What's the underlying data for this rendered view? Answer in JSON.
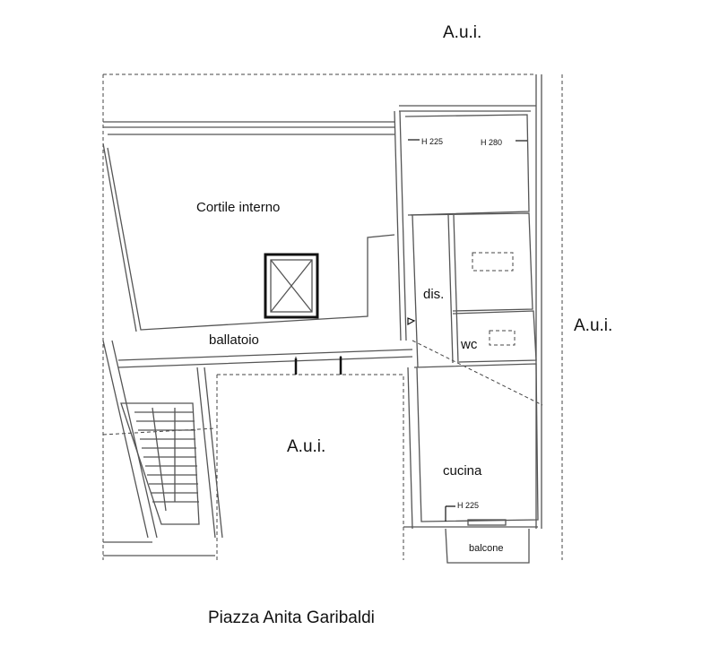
{
  "labels": {
    "aui_top": "A.u.i.",
    "aui_right": "A.u.i.",
    "aui_center": "A.u.i.",
    "courtyard": "Cortile interno",
    "walkway": "ballatoio",
    "hallway": "dis.",
    "bathroom": "wc",
    "kitchen": "cucina",
    "balcony": "balcone",
    "height_bedroom_left": "H 225",
    "height_bedroom_right": "H 280",
    "height_kitchen": "H 225",
    "street": "Piazza Anita Garibaldi"
  }
}
